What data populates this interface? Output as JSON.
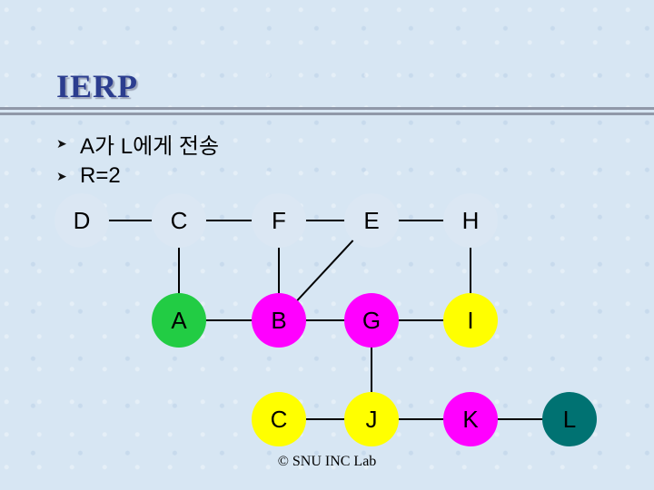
{
  "title": "IERP",
  "bullets": [
    "A가 L에게 전송",
    "R=2"
  ],
  "graph": {
    "nodes": [
      {
        "id": "D",
        "label": "D",
        "color": "#dbe7f3"
      },
      {
        "id": "C1",
        "label": "C",
        "color": "#dbe7f3"
      },
      {
        "id": "F",
        "label": "F",
        "color": "#dbe7f3"
      },
      {
        "id": "E",
        "label": "E",
        "color": "#dbe7f3"
      },
      {
        "id": "H",
        "label": "H",
        "color": "#dbe7f3"
      },
      {
        "id": "A",
        "label": "A",
        "color": "#22cc44"
      },
      {
        "id": "B",
        "label": "B",
        "color": "#ff00ff"
      },
      {
        "id": "G",
        "label": "G",
        "color": "#ff00ff"
      },
      {
        "id": "I",
        "label": "I",
        "color": "#ffff00"
      },
      {
        "id": "C2",
        "label": "C",
        "color": "#ffff00"
      },
      {
        "id": "J",
        "label": "J",
        "color": "#ffff00"
      },
      {
        "id": "K",
        "label": "K",
        "color": "#ff00ff"
      },
      {
        "id": "L",
        "label": "L",
        "color": "#007272"
      }
    ],
    "edges": [
      [
        "D",
        "C1"
      ],
      [
        "C1",
        "F"
      ],
      [
        "F",
        "E"
      ],
      [
        "E",
        "H"
      ],
      [
        "C1",
        "A"
      ],
      [
        "F",
        "B"
      ],
      [
        "H",
        "I"
      ],
      [
        "A",
        "B"
      ],
      [
        "B",
        "G"
      ],
      [
        "G",
        "I"
      ],
      [
        "B",
        "E"
      ],
      [
        "G",
        "J"
      ],
      [
        "C2",
        "J"
      ],
      [
        "J",
        "K"
      ],
      [
        "K",
        "L"
      ]
    ]
  },
  "footer": "© SNU INC Lab"
}
